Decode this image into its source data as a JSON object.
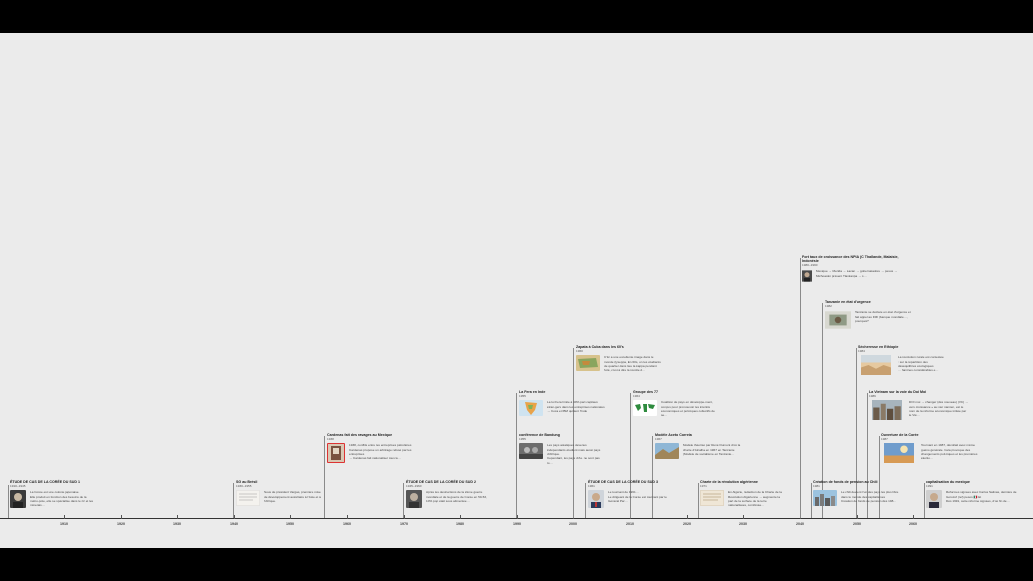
{
  "axis": {
    "ticks": [
      "1910",
      "1920",
      "1930",
      "1940",
      "1950",
      "1960",
      "1970",
      "1980",
      "1990",
      "2000",
      "2010",
      "2020",
      "2030",
      "2040",
      "2050",
      "2060"
    ]
  },
  "events": [
    {
      "id": "e1",
      "title": "ÉTUDE DE CAS DE LA CORÉE DU SUD 1",
      "date": "1910–1945",
      "text1": "La Corée est une colonie japonaise.",
      "text2": "Elle produit en fonction des besoins de la métro-pole, elle se spécialise dans le riz et les minerais…",
      "thumb": "portrait"
    },
    {
      "id": "e2",
      "title": "SG au Brésil",
      "date": "1930–1955",
      "text1": "Sous de président Vargas, première mise de développement autoritaire à l'Asie et à l'Afrique.",
      "text2": "",
      "thumb": "document"
    },
    {
      "id": "e3",
      "title": "Cardenas fait des ravages au Mexique",
      "date": "1938",
      "text1": "1938, conflits entre les entreprises pétrolières Cardenas propose un arbitrage refusé par les entreprises",
      "text2": "→ Cardenas fait nationaliser tous le…",
      "thumb": "poster"
    },
    {
      "id": "e4",
      "title": "ÉTUDE DE CAS DE LA CORÉE DU SUD 2",
      "date": "1945–1960",
      "text1": "Après les destructions de la 2ème guerre mondiale et de la guerre de Corée en 50-53, 10% pop était sous alimentée…",
      "text2": "",
      "thumb": "portrait"
    },
    {
      "id": "e5",
      "title": "La Fera en Inde",
      "date": "1955",
      "text1": "La loi Fera limite à 40% part capitaux étran-gers dans les entreprises nationales",
      "text2": "→ Coca et IBM quittent l'Inde",
      "thumb": "map"
    },
    {
      "id": "e6",
      "title": "conférence de Bandung",
      "date": "1955",
      "text1": "Les pays asiatiques devenus indépendants étudient mais aussi pays d'Afrique.",
      "text2": "Cependant, les pays d'As. ne sont pas to…",
      "thumb": "photo"
    },
    {
      "id": "e7",
      "title": "Zapata à Cuba dans les 60's",
      "date": "1960",
      "text1": "C'tic a une excellente image dans le monde (lyseppa, En 60s, on les étudiants de quartier dans lieu la kappa pendant l'été, c'est à dire la révolte d…",
      "text2": "",
      "thumb": "map"
    },
    {
      "id": "e8",
      "title": "ÉTUDE DE CAS DE LA CORÉE DU SUD 3",
      "date": "1961",
      "text1": "Le tournant de 1961…",
      "text2": "Le dirigeant de la Corée est tournant par le Général Par…",
      "thumb": "portrait"
    },
    {
      "id": "e9",
      "title": "Groupe des 77",
      "date": "1964",
      "text1": "Coalition de pays en développe-ment, conçus pour promouvoir les intérêts économiques et poli-tiques collectifs de se…",
      "text2": "",
      "thumb": "worldmap"
    },
    {
      "id": "e10",
      "title": "Modèle Aceto Correia",
      "date": "1967",
      "text1": "Modèle théorisé par René Dumont d'où la charte d'Alcalha en 1967 en Tanzanie (Modèle de socialisme en Tanzanie…",
      "text2": "",
      "thumb": "landscape"
    },
    {
      "id": "e11",
      "title": "Charte de la révolution algérienne",
      "date": "1971",
      "text1": "En Algérie, rédaction de la Charte de la Révolution Algérienne → augmente la part de la surface de la terre nationalisées, combinée…",
      "text2": "",
      "thumb": "document"
    },
    {
      "id": "e12",
      "title": "Fort taux de croissance des NPIA (C Thaïlande, Malaisie, Indonésie",
      "date": "1980–1990",
      "text1": "Mexique → Merida → Lacan → gobernatadore → pesos → Michoacán présent Tlaxkanpa → s…",
      "text2": "",
      "thumb": "portrait"
    },
    {
      "id": "e13",
      "title": "Tanzanie en état d'urgence",
      "date": "1982",
      "text1": "Tanzanie se déclare en état d'urgence et fait appel au FMI (banque mondiale…, pourquoi?",
      "text2": "",
      "thumb": "photo2"
    },
    {
      "id": "e14",
      "title": "Sécheresse en Ethiopie",
      "date": "1984",
      "text1": "La révolution rurale est contestée : sur la répartition des déséquilibres écologiques",
      "text2": "… famines considérables e…",
      "thumb": "desert"
    },
    {
      "id": "e15",
      "title": "Création de fonds de pension au Chili",
      "date": "1981",
      "text1": "Le chili devient l'un des pays les plus libre dans le monde des capitalismes",
      "text2": "Création de fonds de pension dès 198…",
      "thumb": "city"
    },
    {
      "id": "e16",
      "title": "La Vietnam sur la voie du Doi Moi",
      "date": "1986",
      "text1": "DOI moi → changer (dès nouveau) (VC) → vers croissance » au vier namien, est le nom de la réforme économique initiée par le Vié…",
      "text2": "",
      "thumb": "city2"
    },
    {
      "id": "e17",
      "title": "Ouverture de la Corée",
      "date": "1987",
      "text1": "Tournant en 1987, décollait avec même guéno générale. Cela provoque des changements poli-tiques et les premières électio…",
      "text2": "",
      "thumb": "sky"
    },
    {
      "id": "e18",
      "title": "capitalisation du mexique",
      "date": "1991",
      "text1": "Réformes signées avec Carlos Salinas, dernière de Gorozof (ref) pesos 🇲🇽 Et",
      "text2": "Dès 1991, cette réforme signées, d'où fin de…",
      "thumb": "portrait"
    }
  ],
  "colors": {
    "background": "#ebebeb",
    "letterbox": "#000000",
    "axis": "#333333",
    "highlight": "#dd3333"
  }
}
